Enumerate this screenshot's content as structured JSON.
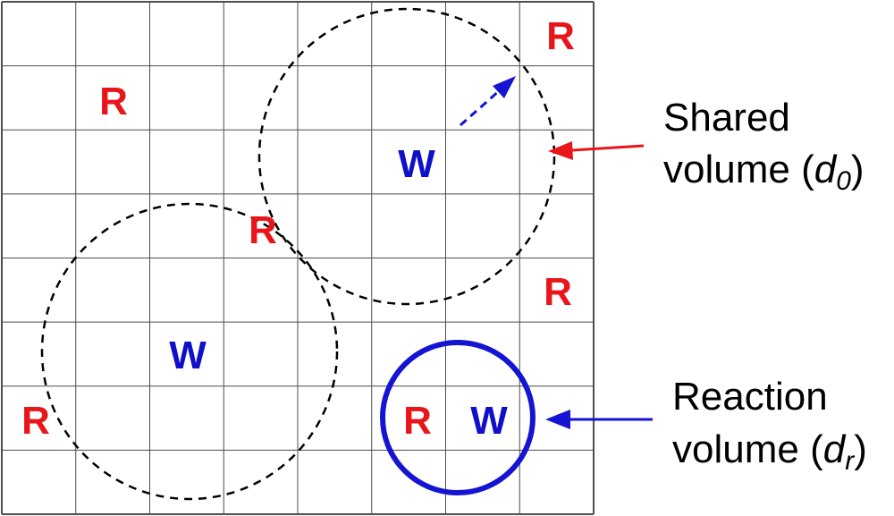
{
  "colors": {
    "grid": "#4d4d4d",
    "r_label": "#e8161b",
    "w_label": "#1010c8",
    "dashed_circle": "#000000",
    "reaction_circle": "#1414d2",
    "shared_arrow": "#e8161b",
    "reaction_arrow": "#1414d2",
    "radius_arrow": "#1414d2"
  },
  "grid": {
    "rows": 8,
    "cols": 8
  },
  "particles": {
    "r": [
      "R",
      "R",
      "R",
      "R",
      "R",
      "R"
    ],
    "w": [
      "W",
      "W",
      "W"
    ]
  },
  "annotations": {
    "shared": {
      "line1": "Shared",
      "line2_prefix": "volume (",
      "symbol": "d",
      "subscript": "0",
      "suffix": ")"
    },
    "reaction": {
      "line1": "Reaction",
      "line2_prefix": "volume (",
      "symbol": "d",
      "subscript": "r",
      "suffix": ")"
    }
  }
}
